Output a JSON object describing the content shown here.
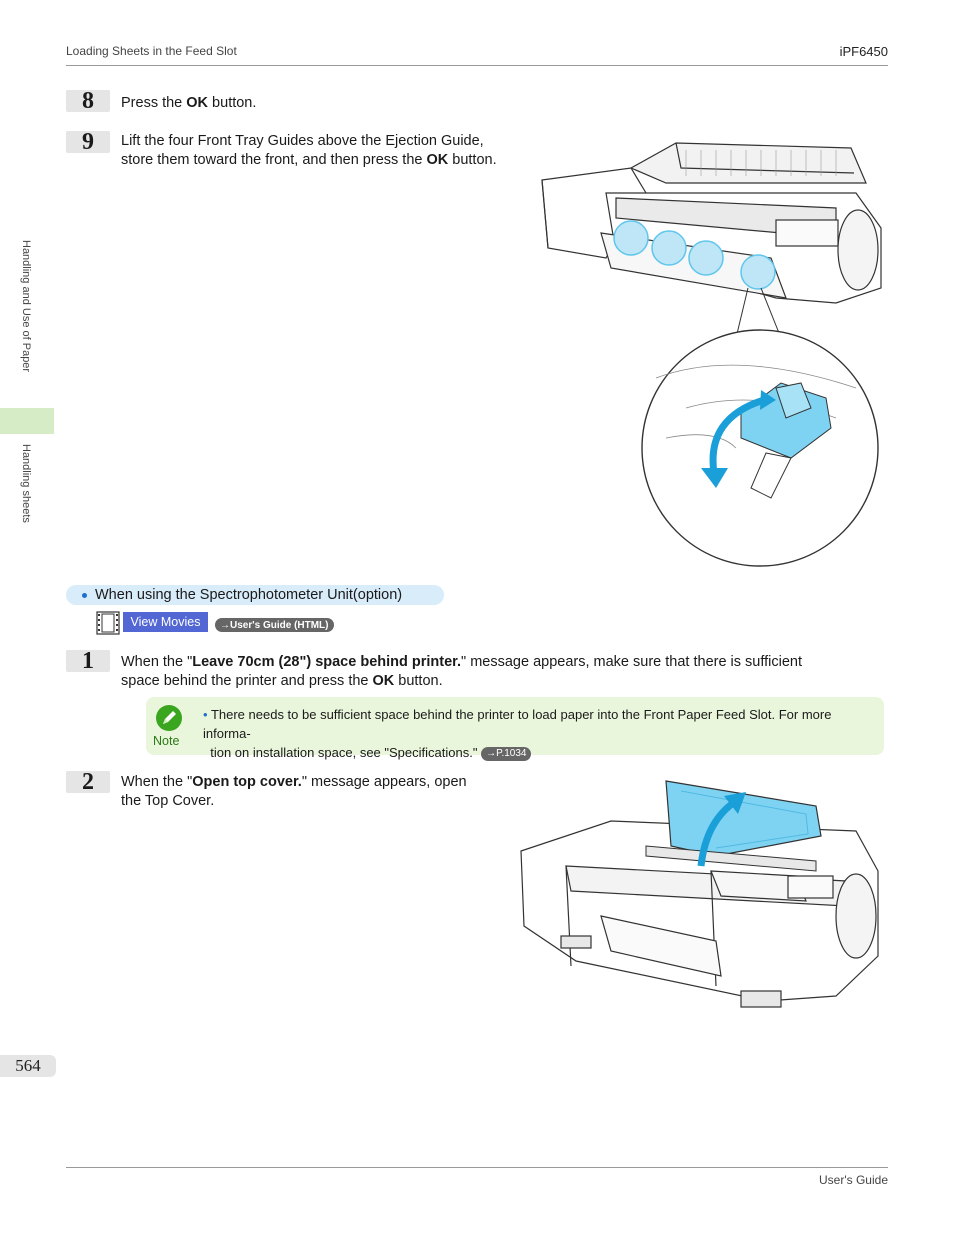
{
  "header": {
    "section": "Loading Sheets in the Feed Slot",
    "model": "iPF6450"
  },
  "sidebar": {
    "chapter": "Handling and Use of Paper",
    "section": "Handling sheets"
  },
  "steps_a": [
    {
      "num": "8",
      "pre": "Press the ",
      "bold": "OK",
      "post": " button."
    },
    {
      "num": "9",
      "line1": "Lift the four Front Tray Guides above the Ejection Guide,",
      "line2_pre": "store them toward the front, and then press the ",
      "line2_bold": "OK",
      "line2_post": " button."
    }
  ],
  "option": {
    "pill": "When using the Spectrophotometer Unit(option)",
    "movie_button": "View Movies",
    "guide_link": "→User's Guide (HTML)"
  },
  "steps_b": [
    {
      "num": "1",
      "pre": "When the \"",
      "bold": "Leave 70cm (28\") space behind printer.",
      "mid": "\" message appears, make sure that there is sufficient",
      "line2_pre": "space behind the printer and press the ",
      "line2_bold": "OK",
      "line2_post": " button."
    },
    {
      "num": "2",
      "pre": "When the \"",
      "bold": "Open top cover.",
      "post": "\" message appears, open",
      "line2": "the Top Cover."
    }
  ],
  "note": {
    "label": "Note",
    "line1": "There needs to be sufficient space behind the printer to load paper into the Front Paper Feed Slot. For more informa-",
    "line2": "tion on installation space, see \"Specifications.\" ",
    "link": "→P.1034"
  },
  "footer": {
    "page": "564",
    "doc": "User's Guide"
  },
  "colors": {
    "accent_blue": "#5fc6ec",
    "note_green": "#eaf6dc",
    "sidebar_green": "#d6ecc6"
  }
}
